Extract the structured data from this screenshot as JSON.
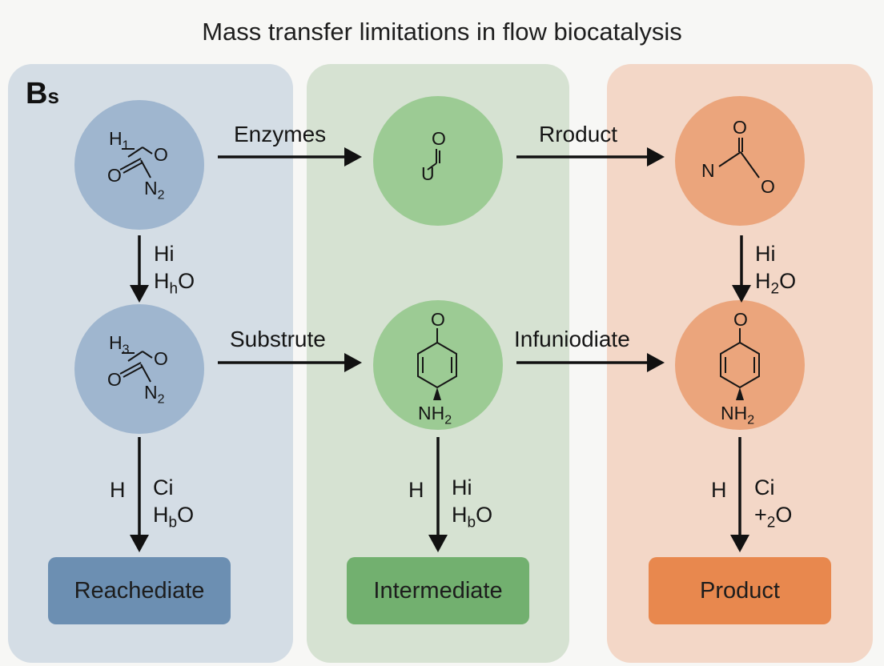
{
  "title": "Mass transfer limitations in flow biocatalysis",
  "panel_label": {
    "main": "B",
    "sub": "s"
  },
  "horizontal_labels": {
    "top_left": "Enzymes",
    "top_right": "Rroduct",
    "mid_left": "Substrute",
    "mid_right": "Infuniodiate"
  },
  "molecules": {
    "blue_top": {
      "h": "H",
      "h_num": "1",
      "o1": "O",
      "o2": "O",
      "n": "N",
      "n_num": "2"
    },
    "blue_mid": {
      "h": "H",
      "h_num": "3",
      "o1": "O",
      "o2": "O",
      "n": "N",
      "n_num": "2"
    },
    "green_top": {
      "o": "O",
      "u": "U"
    },
    "green_mid": {
      "o": "O",
      "nh": "NH",
      "nh_num": "2"
    },
    "orange_top": {
      "o1": "O",
      "n": "N",
      "o2": "O"
    },
    "orange_mid": {
      "o": "O",
      "nh": "NH",
      "nh_num": "2"
    }
  },
  "vertical_labels": {
    "blue_upper": {
      "line1": "Hi",
      "line2_a": "H",
      "line2_sub": "h",
      "line2_b": "O"
    },
    "orange_upper": {
      "line1": "Hi",
      "line2_a": "H",
      "line2_sub": "2",
      "line2_b": "O"
    },
    "blue_lower": {
      "left": "H",
      "line1": "Ci",
      "line2_a": "H",
      "line2_sub": "b",
      "line2_b": "O"
    },
    "green_lower": {
      "left": "H",
      "line1": "Hi",
      "line2_a": "H",
      "line2_sub": "b",
      "line2_b": "O"
    },
    "orange_lower": {
      "left": "H",
      "line1": "Ci",
      "line2_a": "+",
      "line2_sub": "2",
      "line2_b": "O"
    }
  },
  "boxes": {
    "blue": "Reachediate",
    "green": "Intermediate",
    "orange": "Product"
  },
  "colors": {
    "panel_blue": "#d4dde5",
    "panel_green": "#d6e2d2",
    "panel_orange": "#f3d7c7",
    "circle_blue": "#9fb6cf",
    "circle_green": "#9ccb94",
    "circle_orange": "#eba57c",
    "box_blue": "#6c8fb2",
    "box_green": "#72b06f",
    "box_orange": "#e8884e"
  }
}
